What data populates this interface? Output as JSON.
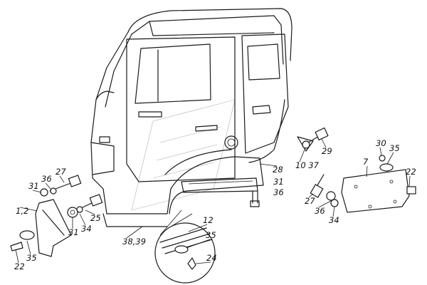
{
  "labels": [
    {
      "id": "lbl-36-left",
      "text": "36"
    },
    {
      "id": "lbl-27-left",
      "text": "27"
    },
    {
      "id": "lbl-31-left",
      "text": "31"
    },
    {
      "id": "lbl-1-2",
      "text": "1,2"
    },
    {
      "id": "lbl-25",
      "text": "25"
    },
    {
      "id": "lbl-31-left-lower",
      "text": "31"
    },
    {
      "id": "lbl-34-left",
      "text": "34"
    },
    {
      "id": "lbl-22-left",
      "text": "22"
    },
    {
      "id": "lbl-35-left",
      "text": "35"
    },
    {
      "id": "lbl-38-39",
      "text": "38,39"
    },
    {
      "id": "lbl-12",
      "text": "12"
    },
    {
      "id": "lbl-35-detail",
      "text": "35"
    },
    {
      "id": "lbl-24",
      "text": "24"
    },
    {
      "id": "lbl-28",
      "text": "28"
    },
    {
      "id": "lbl-31-mid",
      "text": "31"
    },
    {
      "id": "lbl-36-mid",
      "text": "36"
    },
    {
      "id": "lbl-10-37",
      "text": "10 37"
    },
    {
      "id": "lbl-29",
      "text": "29"
    },
    {
      "id": "lbl-27-right",
      "text": "27"
    },
    {
      "id": "lbl-36-right",
      "text": "36"
    },
    {
      "id": "lbl-34-right",
      "text": "34"
    },
    {
      "id": "lbl-7",
      "text": "7"
    },
    {
      "id": "lbl-30",
      "text": "30"
    },
    {
      "id": "lbl-35-right",
      "text": "35"
    },
    {
      "id": "lbl-22-right",
      "text": "22"
    }
  ]
}
